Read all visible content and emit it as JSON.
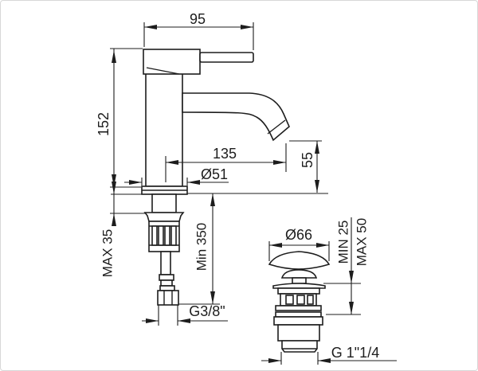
{
  "drawing_type": "technical-dimension-diagram",
  "subject": "basin mixer tap with pop-up waste",
  "labels": {
    "spout_top_width": "95",
    "total_height": "152",
    "spout_reach": "135",
    "base_diameter": "Ø51",
    "outlet_height": "55",
    "max_deck": "MAX 35",
    "hose_min": "Min 350",
    "supply_thread": "G3/8\"",
    "cap_diameter": "Ø66",
    "clamp_min": "MIN 25",
    "clamp_max": "MAX 50",
    "waste_thread": "G 1\"1/4"
  },
  "colors": {
    "line": "#1d1d1d",
    "background": "#ffffff",
    "frame": "#d7d7d7"
  }
}
